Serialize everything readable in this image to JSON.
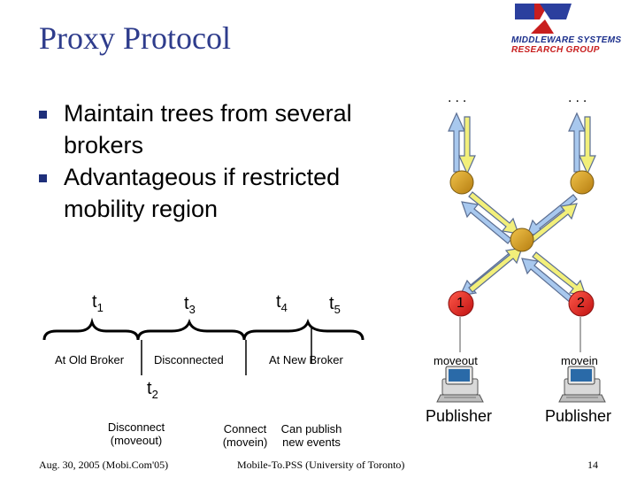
{
  "slide": {
    "title": "Proxy Protocol",
    "bullets": [
      "Maintain trees from several brokers",
      "Advantageous if restricted mobility region"
    ],
    "logo": {
      "line1": "MIDDLEWARE SYSTEMS",
      "line2": "RESEARCH GROUP"
    },
    "footer": {
      "left": "Aug. 30, 2005 (Mobi.Com'05)",
      "center": "Mobile-To.PSS (University of Toronto)",
      "page": "14"
    }
  },
  "timeline": {
    "times": [
      {
        "base": "t",
        "sub": "1"
      },
      {
        "base": "t",
        "sub": "3"
      },
      {
        "base": "t",
        "sub": "4"
      },
      {
        "base": "t",
        "sub": "5"
      },
      {
        "base": "t",
        "sub": "2"
      }
    ],
    "phases": [
      "At Old Broker",
      "Disconnected",
      "At New Broker"
    ],
    "events": {
      "disconnect": [
        "Disconnect",
        "(moveout)"
      ],
      "connect": [
        "Connect",
        "(movein)"
      ],
      "publish": [
        "Can publish",
        "new events"
      ]
    }
  },
  "network": {
    "ellipsis": "...",
    "nodes": [
      "1",
      "2"
    ],
    "actions": [
      "moveout",
      "movein"
    ],
    "publisher_label": "Publisher",
    "colors": {
      "broker": "#d9a021",
      "client": "#e02020",
      "blue_arrow": "#a8c8ee",
      "yellow_arrow": "#f2ef7a"
    }
  }
}
